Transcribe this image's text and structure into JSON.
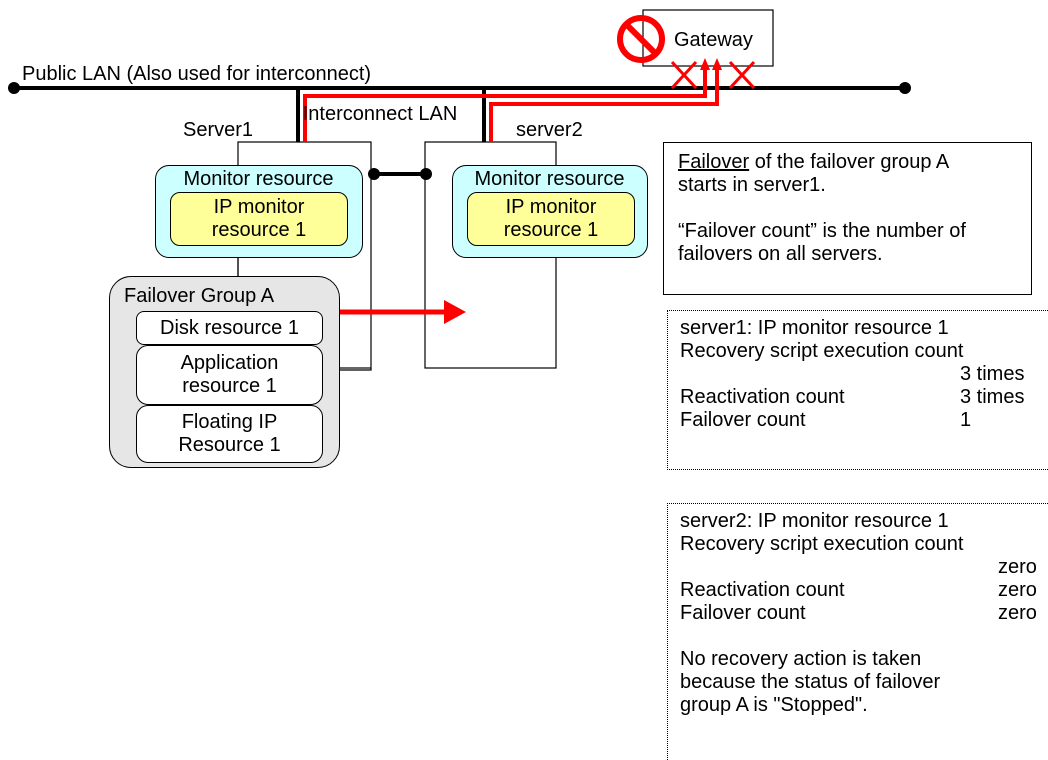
{
  "network": {
    "public_lan_label": "Public LAN (Also used for interconnect)",
    "interconnect_label": "Interconnect LAN",
    "gateway_label": "Gateway"
  },
  "server1": {
    "label": "Server1",
    "monitor_resource_label": "Monitor resource",
    "ip_monitor_label": "IP monitor resource 1"
  },
  "server2": {
    "label": "server2",
    "monitor_resource_label": "Monitor resource",
    "ip_monitor_label": "IP monitor resource 1"
  },
  "failover_group": {
    "title": "Failover Group A",
    "resources": [
      "Disk resource 1",
      "Application resource 1",
      "Floating IP Resource 1"
    ]
  },
  "notes": {
    "failover_word": "Failover",
    "failover_text_rest": " of the failover group A",
    "failover_text_line2": "starts in server1.",
    "count_text": "“Failover count” is the number of failovers on all servers.",
    "server1_box": {
      "title": "server1: IP monitor resource 1",
      "recovery_label": "Recovery script execution count",
      "recovery_value": "3 times",
      "reactivation_label": "Reactivation count",
      "reactivation_value": "3 times",
      "failover_label": "Failover count",
      "failover_value": "1"
    },
    "server2_box": {
      "title": "server2: IP monitor resource 1",
      "recovery_label": "Recovery script execution count",
      "recovery_value": "zero",
      "reactivation_label": "Reactivation count",
      "reactivation_value": "zero",
      "failover_label": "Failover count",
      "failover_value": "zero",
      "footer": "No recovery action is taken because the status of failover group A is \"Stopped\"."
    }
  },
  "colors": {
    "highlight_red": "#ff0000",
    "monitor_fill": "#ccffff",
    "ip_monitor_fill": "#ffff99",
    "group_fill": "#e6e6e6"
  }
}
